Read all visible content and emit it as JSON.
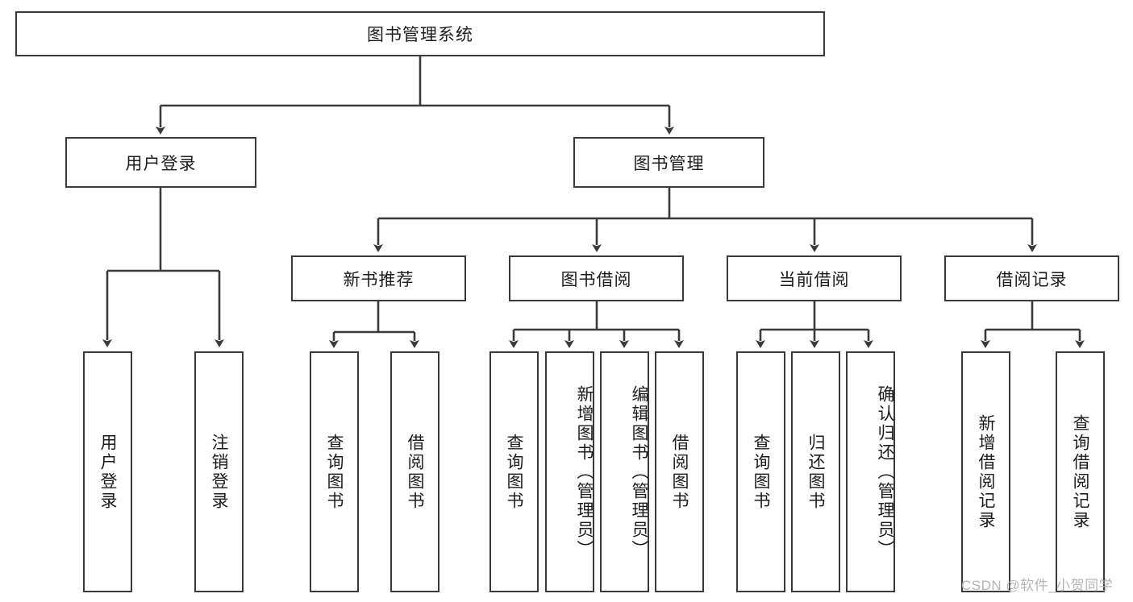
{
  "diagram": {
    "title": "图书管理系统",
    "type": "hierarchy-tree",
    "root": {
      "id": "root",
      "label": "图书管理系统"
    },
    "level2": [
      {
        "id": "user-login",
        "label": "用户登录"
      },
      {
        "id": "book-manage",
        "label": "图书管理"
      }
    ],
    "level3": [
      {
        "id": "new-book-recommend",
        "label": "新书推荐",
        "parent": "book-manage"
      },
      {
        "id": "book-borrow",
        "label": "图书借阅",
        "parent": "book-manage"
      },
      {
        "id": "current-borrow",
        "label": "当前借阅",
        "parent": "book-manage"
      },
      {
        "id": "borrow-record",
        "label": "借阅记录",
        "parent": "book-manage"
      }
    ],
    "leaves": {
      "user_login": [
        {
          "id": "leaf-user-login",
          "label": "用户登录"
        },
        {
          "id": "leaf-logout-login",
          "label": "注销登录"
        }
      ],
      "new_book_recommend": [
        {
          "id": "leaf-query-book-1",
          "label": "查询图书"
        },
        {
          "id": "leaf-borrow-book-1",
          "label": "借阅图书"
        }
      ],
      "book_borrow": [
        {
          "id": "leaf-query-book-2",
          "label": "查询图书"
        },
        {
          "id": "leaf-add-book",
          "label": "新增图书（管理员）"
        },
        {
          "id": "leaf-edit-book",
          "label": "编辑图书（管理员）"
        },
        {
          "id": "leaf-borrow-book-2",
          "label": "借阅图书"
        }
      ],
      "current_borrow": [
        {
          "id": "leaf-query-book-3",
          "label": "查询图书"
        },
        {
          "id": "leaf-return-book",
          "label": "归还图书"
        },
        {
          "id": "leaf-confirm-return",
          "label": "确认归还（管理员）"
        }
      ],
      "borrow_record": [
        {
          "id": "leaf-add-record",
          "label": "新增借阅记录"
        },
        {
          "id": "leaf-query-record",
          "label": "查询借阅记录"
        }
      ]
    }
  },
  "watermark": {
    "text": "CSDN @软件_小贺同学"
  },
  "colors": {
    "stroke": "#3a3a3a",
    "background": "#ffffff",
    "text": "#1c1c1c",
    "watermark": "#b4b4b4"
  }
}
